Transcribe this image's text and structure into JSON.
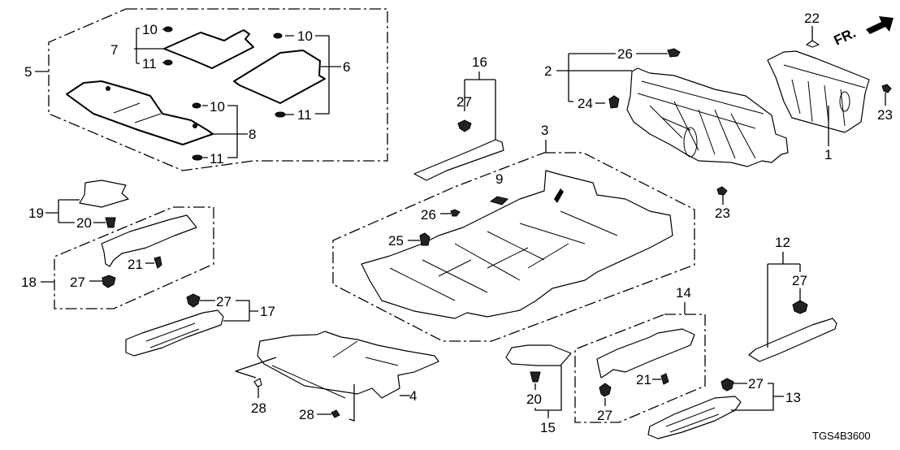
{
  "diagram": {
    "type": "exploded-parts-diagram",
    "orientation_marker": "FR.",
    "diagram_code": "TGS4B3600",
    "callouts": {
      "c1": "1",
      "c2": "2",
      "c3": "3",
      "c4": "4",
      "c5": "5",
      "c6": "6",
      "c7": "7",
      "c8": "8",
      "c9": "9",
      "c10a": "10",
      "c10b": "10",
      "c10c": "10",
      "c11a": "11",
      "c11b": "11",
      "c11c": "11",
      "c12": "12",
      "c13": "13",
      "c14": "14",
      "c15": "15",
      "c16": "16",
      "c17": "17",
      "c18": "18",
      "c19": "19",
      "c20a": "20",
      "c20b": "20",
      "c21a": "21",
      "c21b": "21",
      "c22": "22",
      "c23a": "23",
      "c23b": "23",
      "c24": "24",
      "c25": "25",
      "c26a": "26",
      "c26b": "26",
      "c27a": "27",
      "c27b": "27",
      "c27c": "27",
      "c27d": "27",
      "c27e": "27",
      "c27f": "27",
      "c28a": "28",
      "c28b": "28"
    }
  }
}
